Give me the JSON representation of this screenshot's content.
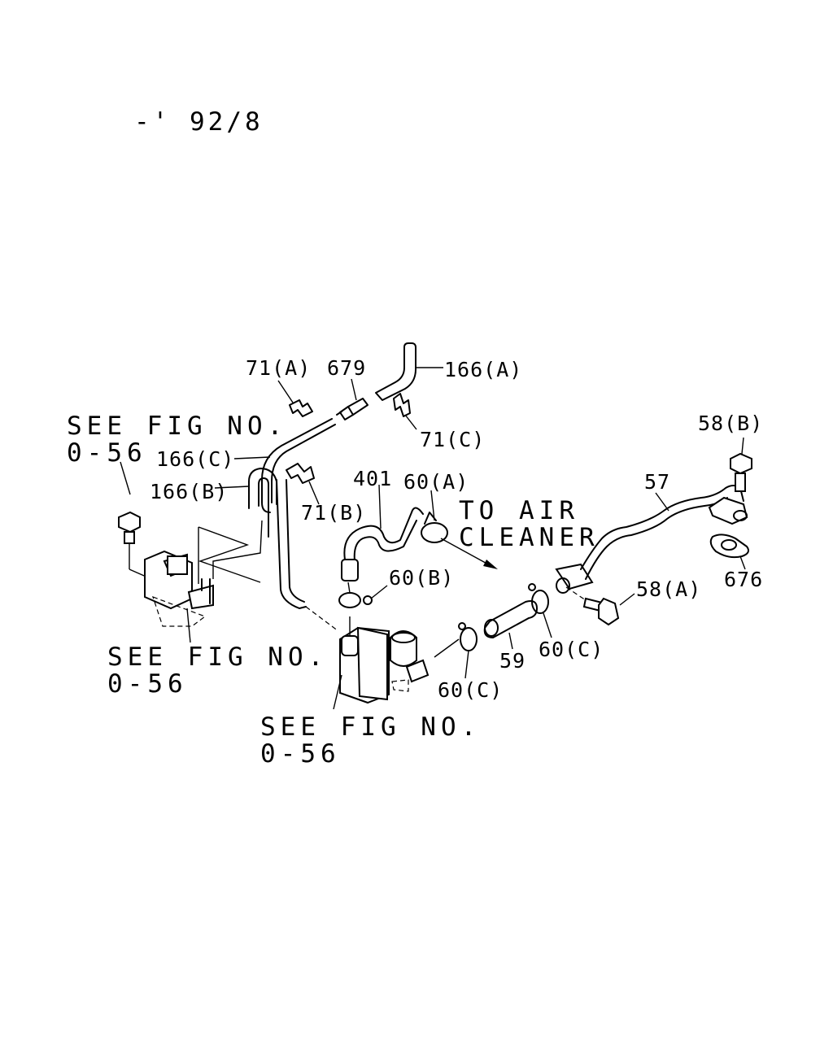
{
  "header": {
    "date_code": "-' 92/8"
  },
  "labels": {
    "p71a": "71(A)",
    "p679": "679",
    "p166a": "166(A)",
    "p71c": "71(C)",
    "p166c": "166(C)",
    "p166b": "166(B)",
    "p71b": "71(B)",
    "p401": "401",
    "p60a": "60(A)",
    "p60b": "60(B)",
    "p58b": "58(B)",
    "p57": "57",
    "p676": "676",
    "p58a": "58(A)",
    "p60c_right": "60(C)",
    "p59": "59",
    "p60c_left": "60(C)"
  },
  "notes": {
    "air_cleaner_line1": "TO AIR",
    "air_cleaner_line2": "CLEANER",
    "see_fig_tl_1": "SEE FIG NO.",
    "see_fig_tl_2": "0-56",
    "see_fig_ml_1": "SEE FIG NO.",
    "see_fig_ml_2": "0-56",
    "see_fig_bot_1": "SEE FIG NO.",
    "see_fig_bot_2": "0-56"
  }
}
